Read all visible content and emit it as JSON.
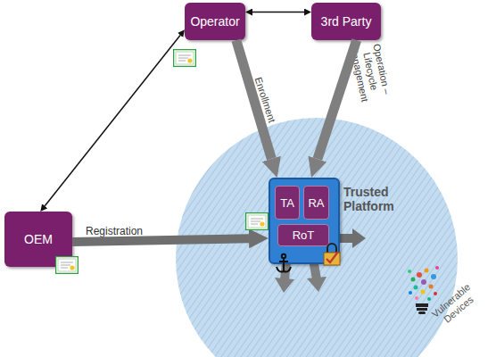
{
  "diagram": {
    "nodes": [
      {
        "text": [
          "Operator"
        ]
      },
      {
        "text": [
          "3rd Party"
        ]
      },
      {
        "text": [
          "Trusted Platform"
        ]
      },
      {
        "text": [
          "TA"
        ],
        "in": 2
      },
      {
        "text": [
          "RA"
        ],
        "in": 2
      },
      {
        "text": [
          "RoT"
        ],
        "in": 2
      },
      {
        "text": [
          "OEM"
        ]
      }
    ],
    "edges": [
      {
        "from": 0,
        "to": 1,
        "arrow": "both"
      },
      {
        "from": 6,
        "to": 0,
        "arrow": "both"
      },
      {
        "from": 0,
        "to": 2,
        "label": "Enrollment",
        "arrow": "to"
      },
      {
        "from": 1,
        "to": 2,
        "label": "Operation – Lifecycle Management",
        "arrow": "to"
      },
      {
        "from": 6,
        "to": 2,
        "label": "Registration",
        "arrow": "to"
      }
    ],
    "labels": [
      "Vulnerable Devices"
    ]
  }
}
